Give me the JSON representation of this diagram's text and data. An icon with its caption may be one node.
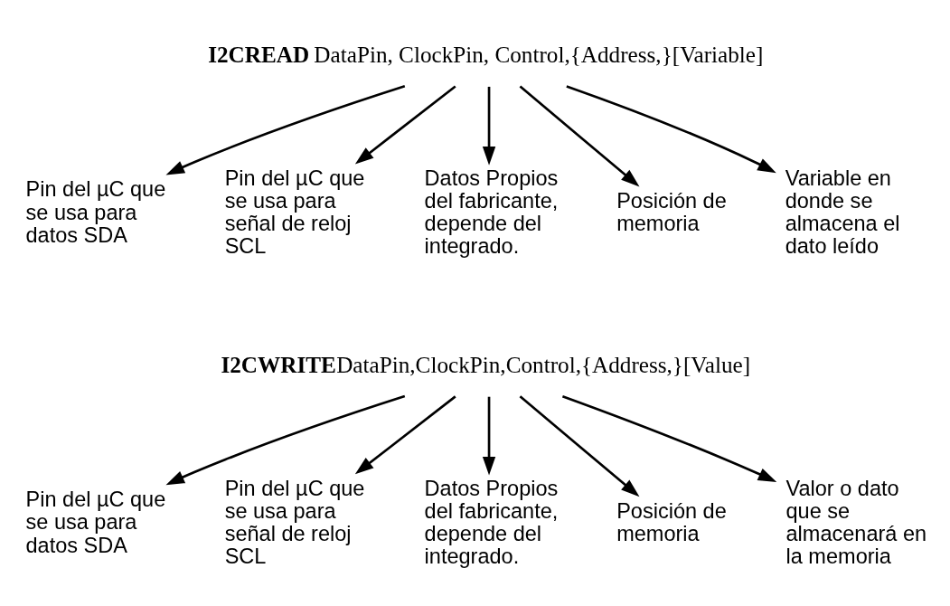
{
  "diagram": {
    "nodes": [
      {
        "text": [
          "**I2CREAD** DataPin, ClockPin, Control,{Address,}[Variable]"
        ]
      },
      {
        "text": [
          "Pin del µC que se usa para datos SDA"
        ]
      },
      {
        "text": [
          "Pin del µC que se usa para señal de reloj SCL"
        ]
      },
      {
        "text": [
          "Datos Propios del fabricante, depende del integrado."
        ]
      },
      {
        "text": [
          "Posición de memoria"
        ]
      },
      {
        "text": [
          "Variable en donde se almacena el dato leído"
        ]
      },
      {
        "text": [
          "**I2CWRITE**DataPin,ClockPin,Control,{Address,}[Value]"
        ]
      },
      {
        "text": [
          "Pin del µC que se usa para datos SDA"
        ]
      },
      {
        "text": [
          "Pin del µC que se usa para señal de reloj SCL"
        ]
      },
      {
        "text": [
          "Datos Propios del fabricante, depende del integrado."
        ]
      },
      {
        "text": [
          "Posición de memoria"
        ]
      },
      {
        "text": [
          "Valor o dato que se almacenará en la memoria"
        ]
      }
    ],
    "edges": [
      {
        "from": 0,
        "to": 1,
        "arrow": "to"
      },
      {
        "from": 0,
        "to": 2,
        "arrow": "to"
      },
      {
        "from": 0,
        "to": 3,
        "arrow": "to"
      },
      {
        "from": 0,
        "to": 4,
        "arrow": "to"
      },
      {
        "from": 0,
        "to": 5,
        "arrow": "to"
      },
      {
        "from": 6,
        "to": 7,
        "arrow": "to"
      },
      {
        "from": 6,
        "to": 8,
        "arrow": "to"
      },
      {
        "from": 6,
        "to": 9,
        "arrow": "to"
      },
      {
        "from": 6,
        "to": 10,
        "arrow": "to"
      },
      {
        "from": 6,
        "to": 11,
        "arrow": "to"
      }
    ]
  }
}
